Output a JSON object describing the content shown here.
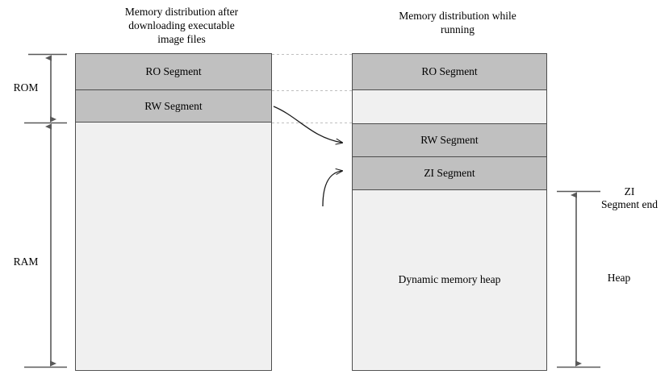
{
  "diagram": {
    "titles": {
      "left": "Memory distribution after\ndownloading executable\nimage files",
      "right": "Memory distribution while\nrunning"
    },
    "left_block": {
      "segments": [
        {
          "label": "RO Segment",
          "fill": "#c0c0c0"
        },
        {
          "label": "RW Segment",
          "fill": "#c0c0c0"
        },
        {
          "label": "",
          "fill": "#f0f0f0"
        }
      ]
    },
    "right_block": {
      "segments": [
        {
          "label": "RO Segment",
          "fill": "#c0c0c0"
        },
        {
          "label": "",
          "fill": "#f0f0f0"
        },
        {
          "label": "RW Segment",
          "fill": "#c0c0c0"
        },
        {
          "label": "ZI Segment",
          "fill": "#c0c0c0"
        },
        {
          "label": "Dynamic memory heap",
          "fill": "#f0f0f0"
        }
      ]
    },
    "left_axis": {
      "rom": "ROM",
      "ram": "RAM"
    },
    "right_axis": {
      "zi_segment_end": "ZI\nSegment end",
      "heap": "Heap"
    },
    "colors": {
      "segment_gray": "#c0c0c0",
      "segment_light": "#f0f0f0",
      "border": "#4d4d4d",
      "arrow": "#595959",
      "dotted": "#bfbfbf",
      "curve": "#1a1a1a"
    }
  }
}
